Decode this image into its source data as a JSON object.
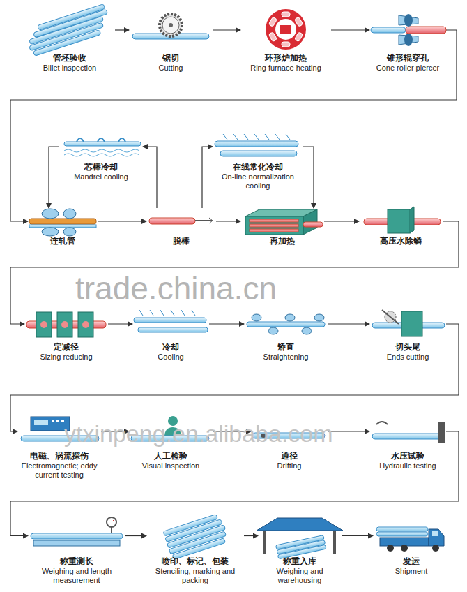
{
  "diagram": {
    "nodes": [
      {
        "text": [
          "管坯验收",
          "Billet inspection"
        ]
      },
      {
        "text": [
          "锯切",
          "Cutting"
        ]
      },
      {
        "text": [
          "环形炉加热",
          "Ring furnace heating"
        ]
      },
      {
        "text": [
          "锥形辊穿孔",
          "Cone roller piercer"
        ]
      },
      {
        "text": [
          "芯棒冷却",
          "Mandrel cooling"
        ]
      },
      {
        "text": [
          "在线常化冷却",
          "On-line normalization cooling"
        ]
      },
      {
        "text": [
          "连轧管"
        ]
      },
      {
        "text": [
          "脱棒"
        ]
      },
      {
        "text": [
          "再加热"
        ]
      },
      {
        "text": [
          "高压水除鳞"
        ]
      },
      {
        "text": [
          "定减径",
          "Sizing reducing"
        ]
      },
      {
        "text": [
          "冷却",
          "Cooling"
        ]
      },
      {
        "text": [
          "矫直",
          "Straightening"
        ]
      },
      {
        "text": [
          "切头尾",
          "Ends cutting"
        ]
      },
      {
        "text": [
          "电磁、涡流探伤",
          "Electromagnetic; eddy current testing"
        ]
      },
      {
        "text": [
          "人工检验",
          "Visual inspection"
        ]
      },
      {
        "text": [
          "通径",
          "Drifting"
        ]
      },
      {
        "text": [
          "水压试验",
          "Hydraulic testing"
        ]
      },
      {
        "text": [
          "称重测长",
          "Weighing and length measurement"
        ]
      },
      {
        "text": [
          "喷印、标记、包装",
          "Stenciling, marking and packing"
        ]
      },
      {
        "text": [
          "称重入库",
          "Weighing and warehousing"
        ]
      },
      {
        "text": [
          "发运",
          "Shipment"
        ]
      }
    ],
    "edges": [
      {
        "from": 0,
        "to": 1,
        "arrow": "to"
      },
      {
        "from": 1,
        "to": 2,
        "arrow": "to"
      },
      {
        "from": 2,
        "to": 3,
        "arrow": "to"
      },
      {
        "from": 3,
        "to": 6,
        "arrow": "to"
      },
      {
        "from": 6,
        "to": 7,
        "arrow": "to"
      },
      {
        "from": 7,
        "to": 4,
        "arrow": "to"
      },
      {
        "from": 4,
        "to": 6,
        "arrow": "to"
      },
      {
        "from": 7,
        "to": 5,
        "arrow": "to"
      },
      {
        "from": 5,
        "to": 8,
        "arrow": "to"
      },
      {
        "from": 7,
        "to": 8,
        "arrow": "to"
      },
      {
        "from": 8,
        "to": 9,
        "arrow": "to"
      },
      {
        "from": 9,
        "to": 10,
        "arrow": "to"
      },
      {
        "from": 10,
        "to": 11,
        "arrow": "to"
      },
      {
        "from": 11,
        "to": 12,
        "arrow": "to"
      },
      {
        "from": 12,
        "to": 13,
        "arrow": "to"
      },
      {
        "from": 13,
        "to": 14,
        "arrow": "to"
      },
      {
        "from": 14,
        "to": 15,
        "arrow": "to"
      },
      {
        "from": 15,
        "to": 16,
        "arrow": "to"
      },
      {
        "from": 16,
        "to": 17,
        "arrow": "to"
      },
      {
        "from": 17,
        "to": 18,
        "arrow": "to"
      },
      {
        "from": 18,
        "to": 19,
        "arrow": "to"
      },
      {
        "from": 19,
        "to": 20,
        "arrow": "to"
      },
      {
        "from": 20,
        "to": 21,
        "arrow": "to"
      }
    ],
    "labels": [
      "trade.china.cn",
      "ytxinpeng.en.alibaba.com"
    ]
  }
}
